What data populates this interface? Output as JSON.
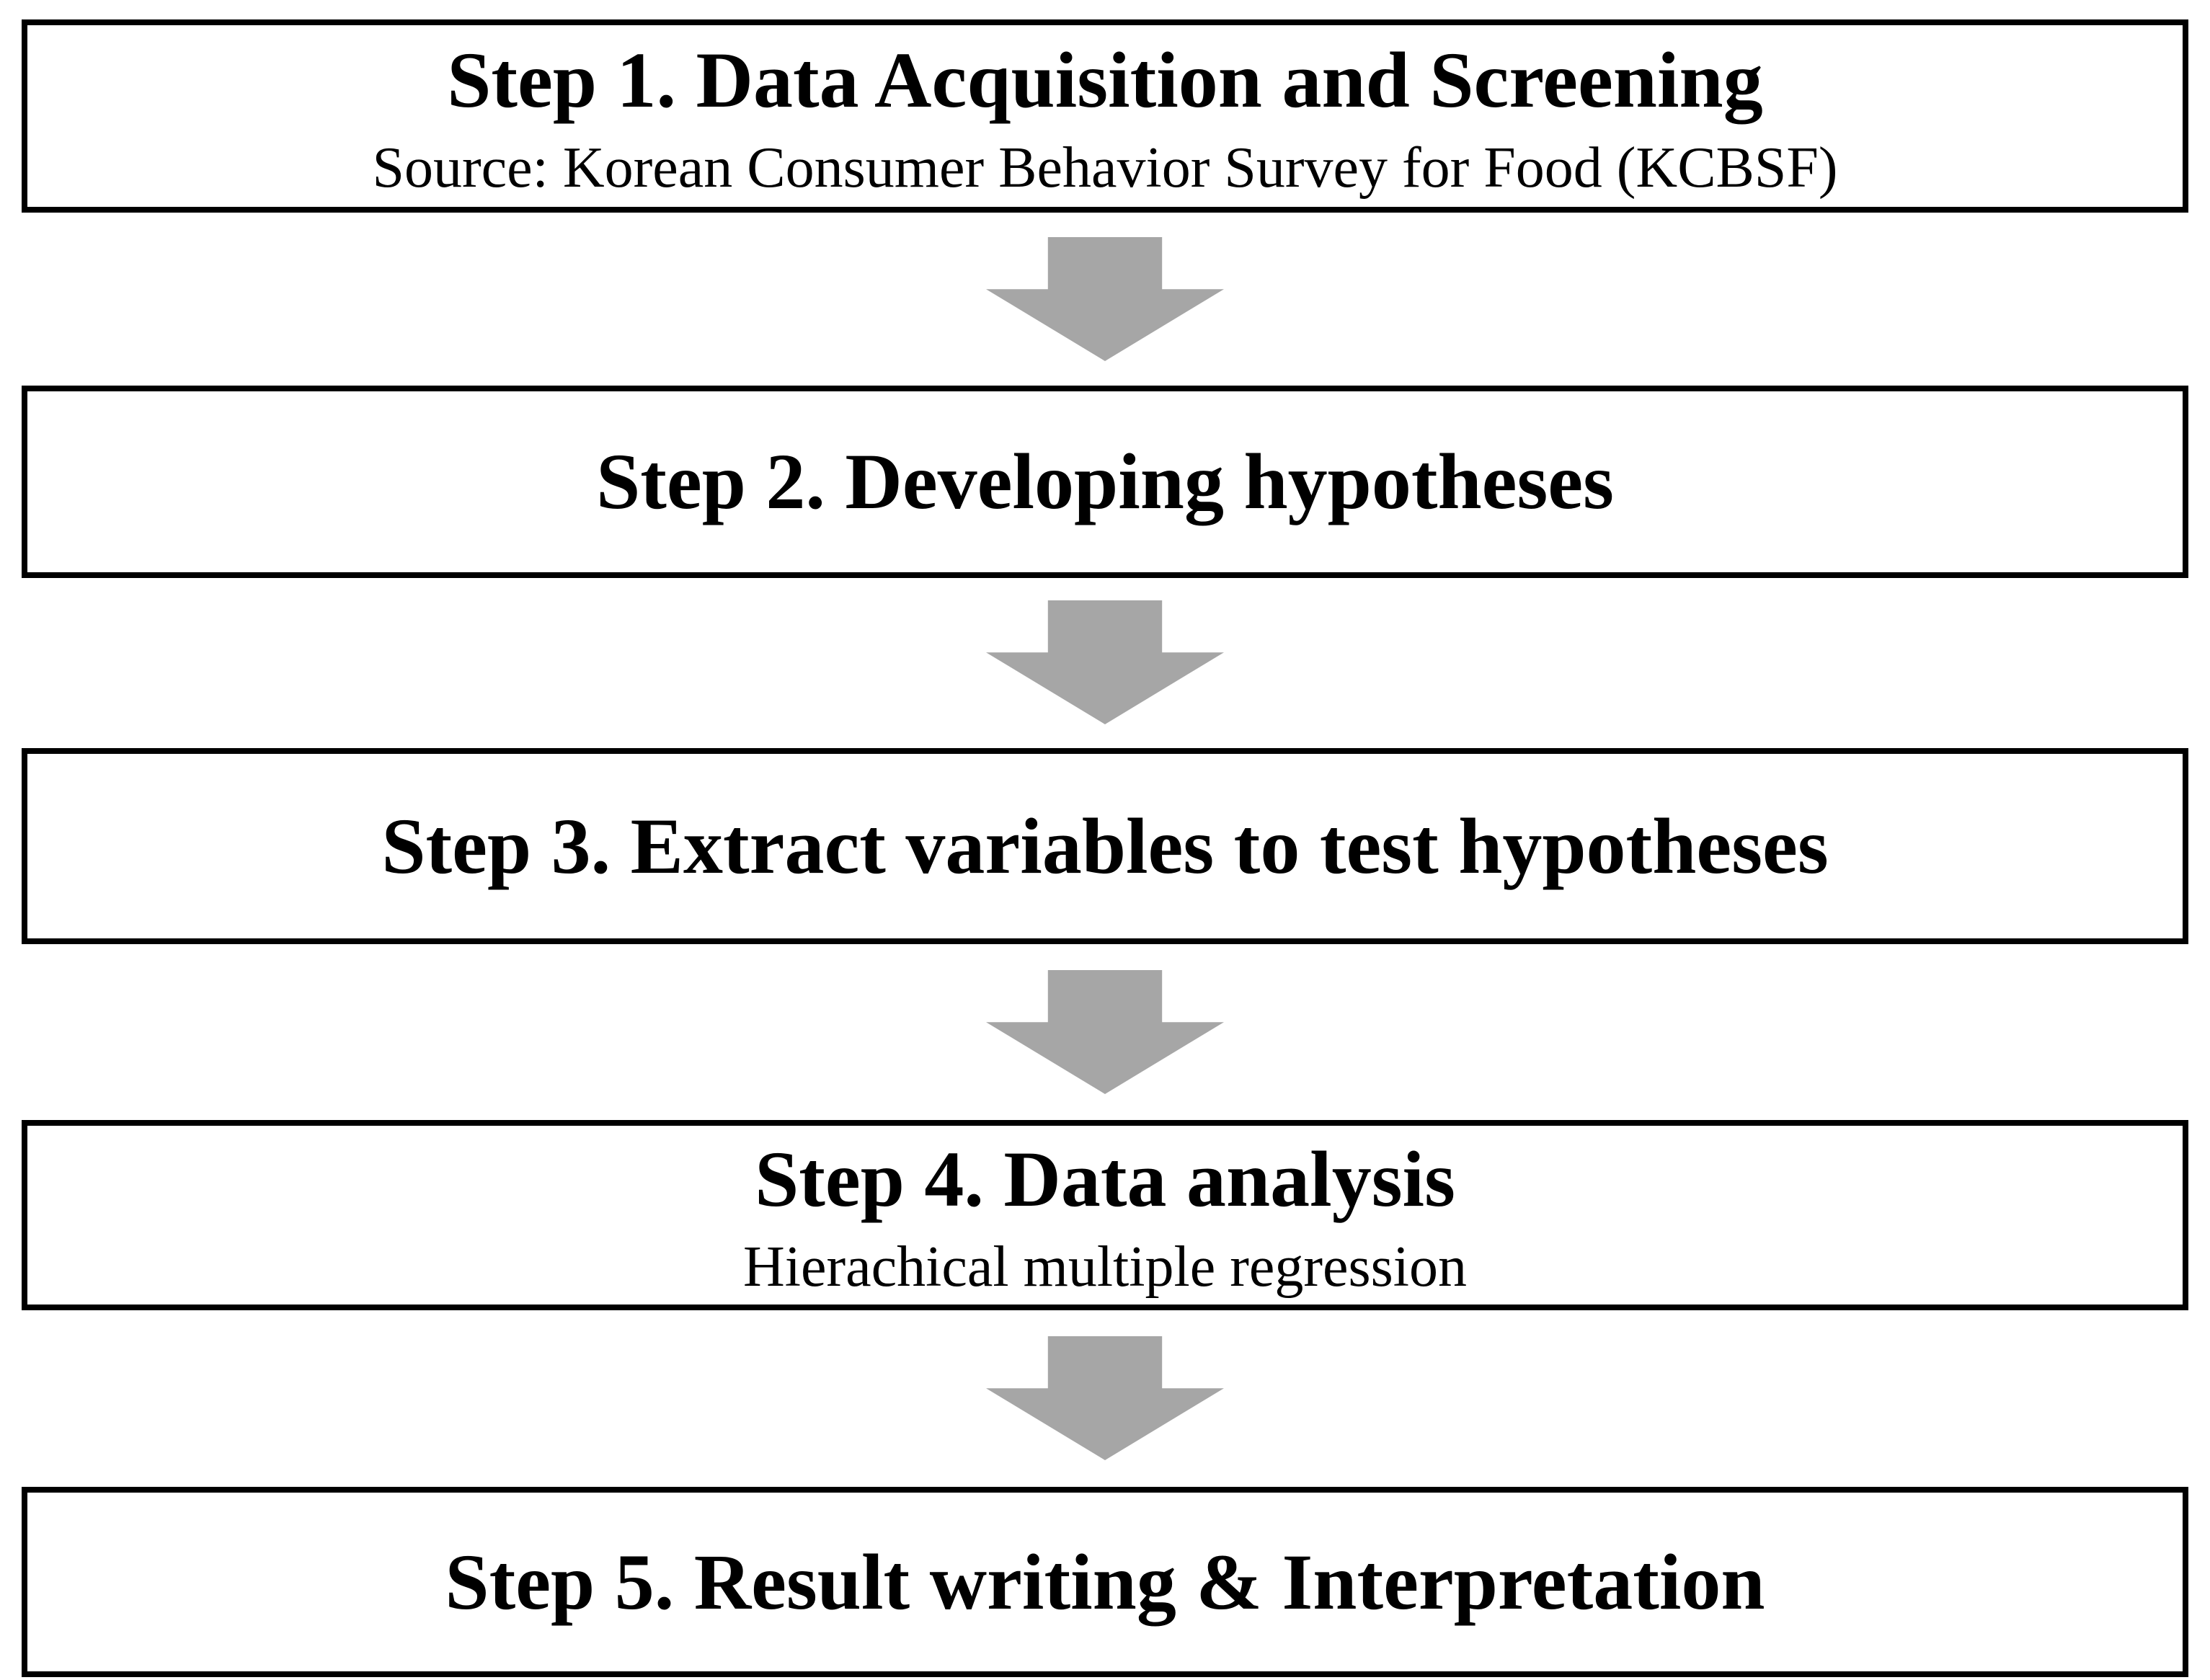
{
  "diagram": {
    "type": "vertical-process-flowchart",
    "colors": {
      "background": "#ffffff",
      "box_border": "#000000",
      "text": "#000000",
      "arrow": "#a6a6a6"
    },
    "connector_icon": "down-block-arrow",
    "steps": [
      {
        "title": "Step 1. Data Acquisition and Screening",
        "subtitle": "Source: Korean Consumer Behavior Survey for Food (KCBSF)"
      },
      {
        "title": "Step 2. Developing hypotheses"
      },
      {
        "title": "Step 3. Extract variables to test hypotheses"
      },
      {
        "title": "Step 4. Data analysis",
        "subtitle": "Hierachical multiple regression"
      },
      {
        "title": "Step 5. Result writing & Interpretation"
      }
    ]
  }
}
